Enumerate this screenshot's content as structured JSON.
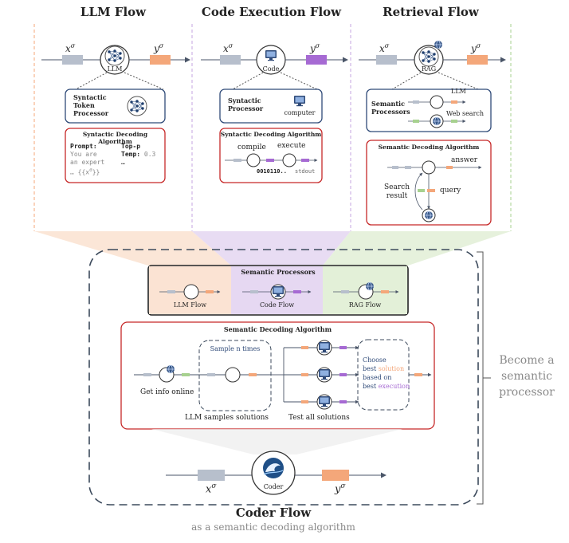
{
  "flows": {
    "llm": {
      "title": "LLM Flow",
      "in_symbol": "x",
      "out_symbol": "y",
      "sup": "σ",
      "node_label": "LLM",
      "processor_label": [
        "Syntactic",
        "Token",
        "Processor"
      ],
      "algo_title": "Syntactic Decoding Algorithm",
      "prompt_key": "Prompt:",
      "prompt_lines": [
        "You are",
        "an expert",
        "… {{x",
        "}}"
      ],
      "topp_key": "Top-p",
      "temp_key": "Temp:",
      "temp_val": "0.3",
      "ellipsis": "…"
    },
    "code": {
      "title": "Code Execution Flow",
      "node_label": "Code",
      "processor_label": [
        "Syntactic",
        "Processor"
      ],
      "computer_label": "computer",
      "algo_title": "Syntactic Decoding Algorithm",
      "compile_label": "compile",
      "execute_label": "execute",
      "bits_label": "0010110..",
      "stdout_label": "stdout"
    },
    "retrieval": {
      "title": "Retrieval Flow",
      "node_label": "RAG",
      "processor_label": [
        "Semantic",
        "Processors"
      ],
      "llm_label": "LLM",
      "web_label": "Web search",
      "algo_title": "Semantic Decoding Algorithm",
      "answer_label": "answer",
      "query_label": "query",
      "search_label": [
        "Search",
        "result"
      ]
    }
  },
  "semantic_processors": {
    "title": "Semantic Processors",
    "items": [
      "LLM Flow",
      "Code Flow",
      "RAG Flow"
    ]
  },
  "bottom_algo": {
    "title": "Semantic Decoding Algorithm",
    "get_info": "Get info online",
    "sample_label": "Sample n times",
    "llm_samples": "LLM samples solutions",
    "test_all": "Test all solutions",
    "choose_lines": [
      "Choose",
      "best",
      "solution",
      "based on",
      "best",
      "execution"
    ]
  },
  "coder": {
    "node_label": "Coder",
    "title": "Coder Flow",
    "subtitle": "as a semantic decoding algorithm"
  },
  "side_note": [
    "Become a",
    "semantic",
    "processor"
  ],
  "colors": {
    "llm": "#f4a77a",
    "llm_bg": "#fbe3d3",
    "code": "#a66ad3",
    "code_bg": "#e6d8f2",
    "rag": "#a7d18f",
    "rag_bg": "#e3f0d8",
    "red_box": "#c62828",
    "navy": "#2f4a78",
    "grey_bar": "#b7bfcc"
  }
}
